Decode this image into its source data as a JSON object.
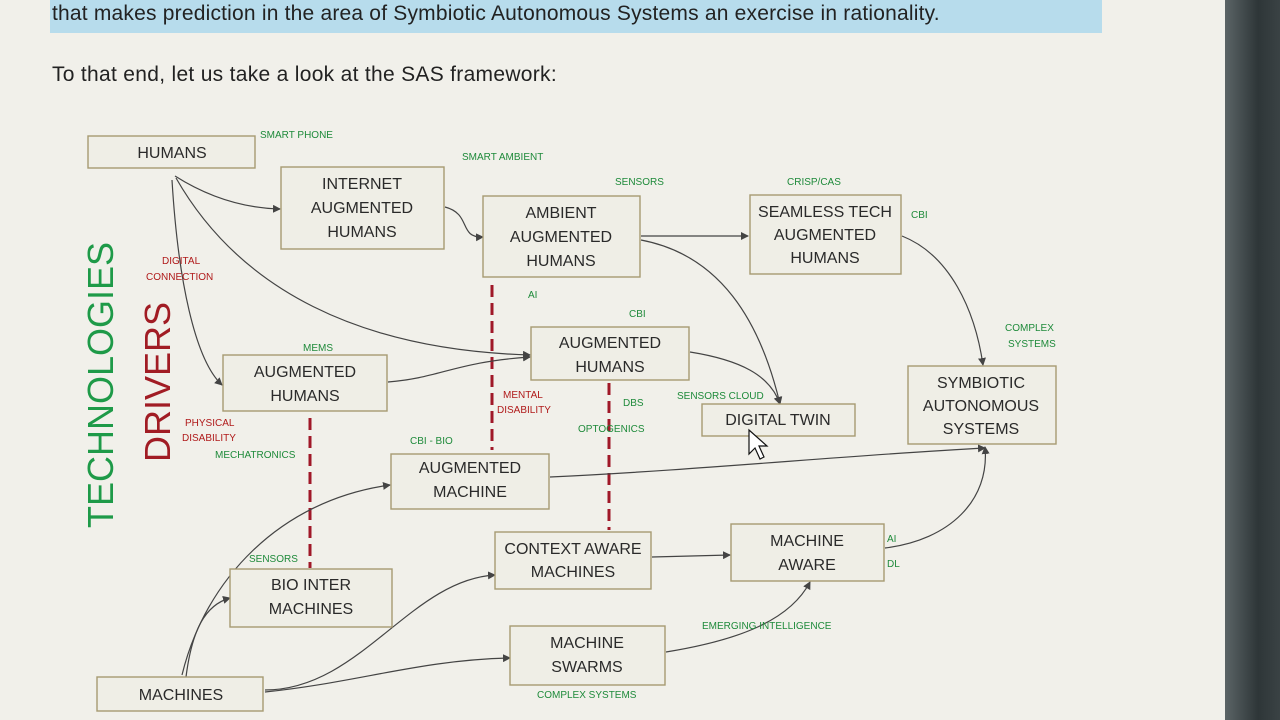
{
  "text": {
    "line1": "that makes prediction in the area of Symbiotic Autonomous Systems an exercise in rationality.",
    "line2": "To that end, let us take a look at the SAS framework:"
  },
  "side": {
    "technologies": "TECHNOLOGIES",
    "drivers": "DRIVERS"
  },
  "boxes": {
    "humans": [
      "HUMANS"
    ],
    "internet": [
      "INTERNET",
      "AUGMENTED",
      "HUMANS"
    ],
    "ambient": [
      "AMBIENT",
      "AUGMENTED",
      "HUMANS"
    ],
    "seamless": [
      "SEAMLESS TECH",
      "AUGMENTED",
      "HUMANS"
    ],
    "aug_mid": [
      "AUGMENTED",
      "HUMANS"
    ],
    "aug_left": [
      "AUGMENTED",
      "HUMANS"
    ],
    "twin": [
      "DIGITAL TWIN"
    ],
    "sas": [
      "SYMBIOTIC",
      "AUTONOMOUS",
      "SYSTEMS"
    ],
    "aug_machine": [
      "AUGMENTED",
      "MACHINE"
    ],
    "context": [
      "CONTEXT AWARE",
      "MACHINES"
    ],
    "machine_aware": [
      "MACHINE",
      "AWARE"
    ],
    "bio": [
      "BIO INTER",
      "MACHINES"
    ],
    "swarms": [
      "MACHINE",
      "SWARMS"
    ],
    "machines": [
      "MACHINES"
    ]
  },
  "labels": {
    "smart_phone": "SMART PHONE",
    "smart_ambient": "SMART AMBIENT",
    "sensors_top": "SENSORS",
    "crisp": "CRISP/CAS",
    "cbi_seamless": "CBI",
    "digital": "DIGITAL",
    "connection": "CONNECTION",
    "ai_mid": "AI",
    "cbi_mid": "CBI",
    "complex_1": "COMPLEX",
    "complex_2": "SYSTEMS",
    "mems": "MEMS",
    "mental_1": "MENTAL",
    "mental_2": "DISABILITY",
    "dbs": "DBS",
    "optogenics": "OPTOGENICS",
    "sensors_cloud": "SENSORS CLOUD",
    "physical_1": "PHYSICAL",
    "physical_2": "DISABILITY",
    "mechatronics": "MECHATRONICS",
    "cbi_bio": "CBI - BIO",
    "sensors_bio": "SENSORS",
    "ai_right": "AI",
    "dl_right": "DL",
    "emerging": "EMERGING INTELLIGENCE",
    "complex_systems": "COMPLEX SYSTEMS"
  }
}
